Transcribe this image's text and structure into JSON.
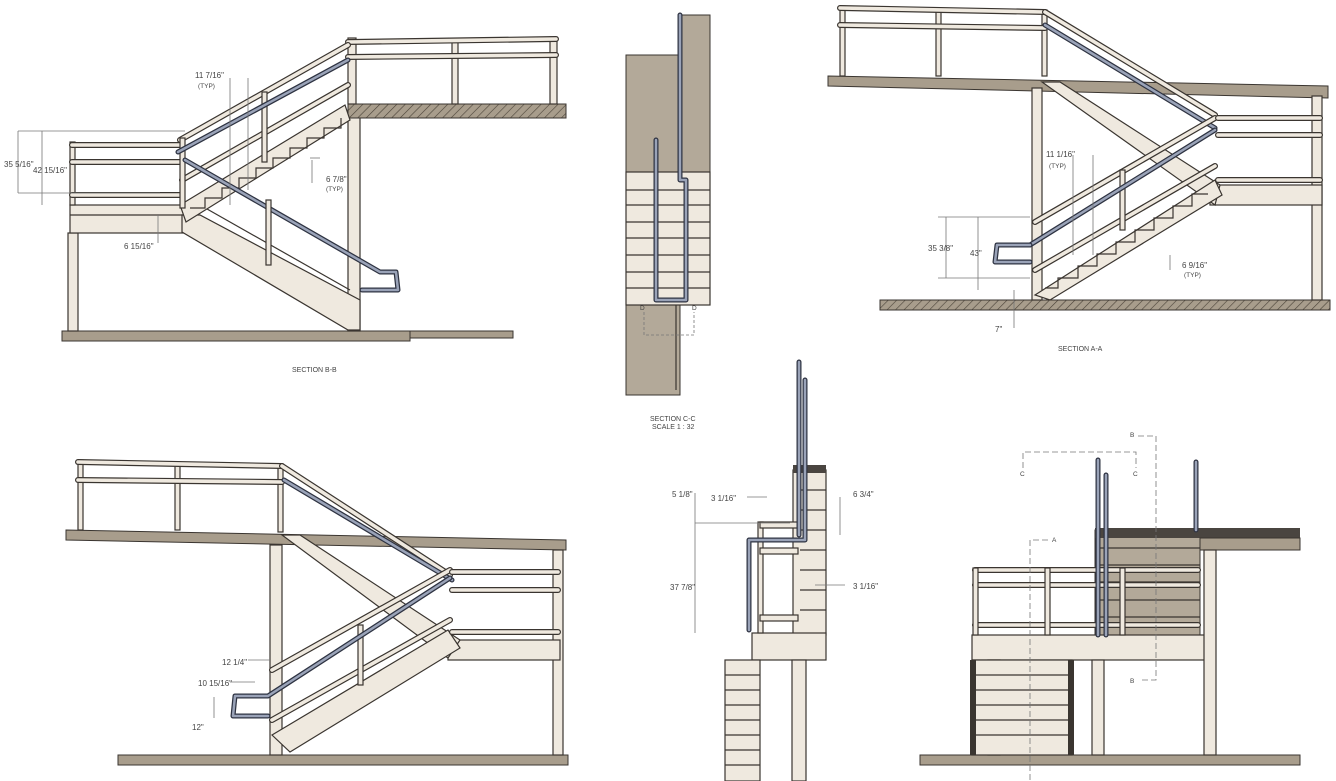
{
  "views": {
    "section_bb": {
      "title": "SECTION B-B",
      "dims": [
        "35 5/16\"",
        "42 15/16\"",
        "11 7/16\"",
        "(TYP)",
        "6 7/8\"",
        "(TYP)",
        "6 15/16\""
      ]
    },
    "section_cc": {
      "title": "SECTION C-C",
      "scale": "SCALE 1 : 32",
      "markers": [
        "D",
        "D"
      ]
    },
    "section_aa": {
      "title": "SECTION A-A",
      "dims": [
        "11 1/16\"",
        "(TYP)",
        "35 3/8\"",
        "43\"",
        "6 9/16\"",
        "(TYP)",
        "7\""
      ]
    },
    "elevation_left": {
      "dims": [
        "12 1/4\"",
        "10 15/16\"",
        "12\""
      ]
    },
    "elevation_side": {
      "dims": [
        "5 1/8\"",
        "3 1/16\"",
        "6 3/4\"",
        "37 7/8\"",
        "3 1/16\""
      ]
    },
    "elevation_front": {
      "markers": [
        "B",
        "C",
        "C",
        "A",
        "B"
      ]
    }
  },
  "colors": {
    "steel": "#efe9df",
    "ground": "#a89d8c",
    "handrail": "#2e3342"
  }
}
